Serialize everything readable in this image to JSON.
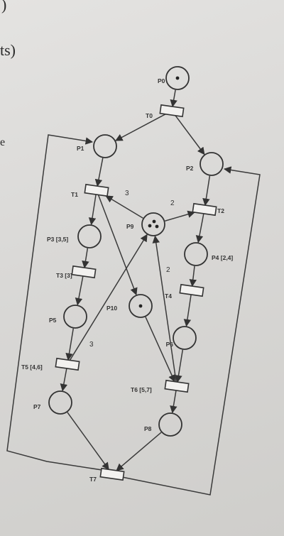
{
  "page_fragment": {
    "line1": ")",
    "line2": "ts)",
    "line3": "e"
  },
  "places": [
    {
      "id": "P0",
      "label": "P0",
      "tokens": 1
    },
    {
      "id": "P1",
      "label": "P1",
      "tokens": 0
    },
    {
      "id": "P2",
      "label": "P2",
      "tokens": 0
    },
    {
      "id": "P3",
      "label": "P3 [3,5]",
      "tokens": 0
    },
    {
      "id": "P4",
      "label": "P4 [2,4]",
      "tokens": 0
    },
    {
      "id": "P5",
      "label": "P5",
      "tokens": 0
    },
    {
      "id": "P6",
      "label": "P6",
      "tokens": 0
    },
    {
      "id": "P7",
      "label": "P7",
      "tokens": 0
    },
    {
      "id": "P8",
      "label": "P8",
      "tokens": 0
    },
    {
      "id": "P9",
      "label": "P9",
      "tokens": 3
    },
    {
      "id": "P10",
      "label": "P10",
      "tokens": 1
    }
  ],
  "transitions": [
    {
      "id": "T0",
      "label": "T0"
    },
    {
      "id": "T1",
      "label": "T1"
    },
    {
      "id": "T2",
      "label": "T2"
    },
    {
      "id": "T3",
      "label": "T3 [3]"
    },
    {
      "id": "T4",
      "label": "T4"
    },
    {
      "id": "T5",
      "label": "T5 [4,6]"
    },
    {
      "id": "T6",
      "label": "T6 [5,7]"
    },
    {
      "id": "T7",
      "label": "T7"
    }
  ],
  "arcs": [
    {
      "from": "P0",
      "to": "T0"
    },
    {
      "from": "T0",
      "to": "P1"
    },
    {
      "from": "T0",
      "to": "P2"
    },
    {
      "from": "P1",
      "to": "T1"
    },
    {
      "from": "P2",
      "to": "T2"
    },
    {
      "from": "T1",
      "to": "P3"
    },
    {
      "from": "T1",
      "to": "P10"
    },
    {
      "from": "P9",
      "to": "T1",
      "weight": "3"
    },
    {
      "from": "P9",
      "to": "T2",
      "weight": "2"
    },
    {
      "from": "T2",
      "to": "P4"
    },
    {
      "from": "P3",
      "to": "T3"
    },
    {
      "from": "T3",
      "to": "P5"
    },
    {
      "from": "P4",
      "to": "T4"
    },
    {
      "from": "T4",
      "to": "P6"
    },
    {
      "from": "P5",
      "to": "T5"
    },
    {
      "from": "T5",
      "to": "P9",
      "weight": "3"
    },
    {
      "from": "T5",
      "to": "P7"
    },
    {
      "from": "P10",
      "to": "T6"
    },
    {
      "from": "P6",
      "to": "T6"
    },
    {
      "from": "T6",
      "to": "P9",
      "weight": "2"
    },
    {
      "from": "T6",
      "to": "P8"
    },
    {
      "from": "P7",
      "to": "T7"
    },
    {
      "from": "P8",
      "to": "T7"
    },
    {
      "from": "T7",
      "to": "P1"
    },
    {
      "from": "T7",
      "to": "P2"
    }
  ]
}
